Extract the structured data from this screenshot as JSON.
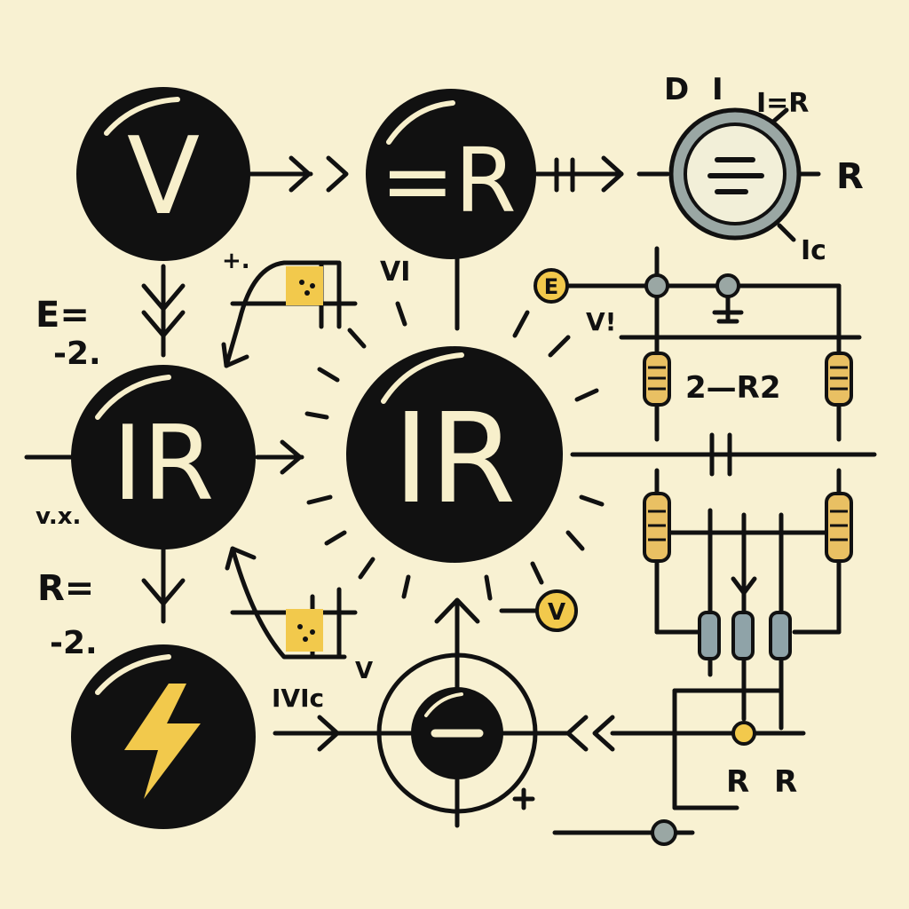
{
  "colors": {
    "background": "#f8f1d2",
    "ink": "#111111",
    "cream": "#f7efcb",
    "accent_yellow": "#f2c94c",
    "gauge_gray": "#9aa7a4"
  },
  "nodes": {
    "voltage": "V",
    "resistance": "=R",
    "current_left": "IR",
    "current_center": "IR",
    "power": "lightning-bolt-icon",
    "source_minus": "–"
  },
  "annotations": {
    "top_right_d": "D",
    "top_right_i": "I",
    "top_right_ir": "I=R",
    "gauge_r": "R",
    "gauge_ic": "Ic",
    "e_formula_top": "E=",
    "e_formula_bottom": "-2.",
    "r_formula_top": "R=",
    "r_formula_bottom": "-2.",
    "vx_left": "v.x.",
    "tx_top": "+.",
    "vi_top": "VI",
    "e_badge": "E",
    "v_excl": "V!",
    "two_minus_r2": "2—R2",
    "v_badge": "V",
    "ivic": "IVIc",
    "v_small": "V",
    "r_left": "R",
    "r_right": "R",
    "plus": "+"
  }
}
